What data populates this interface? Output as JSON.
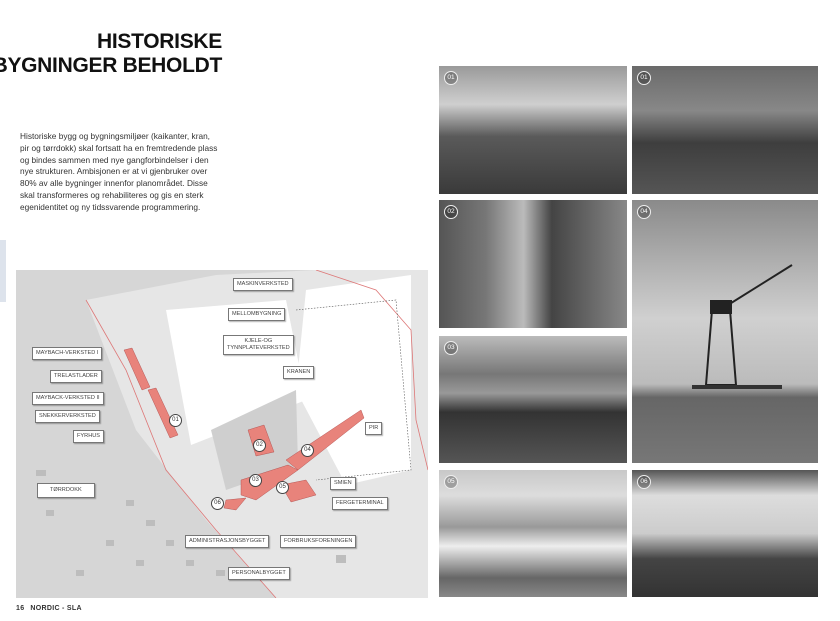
{
  "title": {
    "line1": "HISTORISKE",
    "line2": "BYGNINGER BEHOLDT"
  },
  "intro": "Historiske bygg og bygningsmiljøer (kaikanter, kran, pir og tørrdokk) skal fortsatt ha en fremtredende plass og bindes sammen med nye gangforbindelser i den nye strukturen. Ambisjonen er at vi gjenbruker over 80% av alle bygninger innenfor planområdet. Disse skal transformeres og rehabiliteres og gis en sterk egenidentitet og ny tidssvarende programmering.",
  "map": {
    "labels": {
      "maskinverksted": "MASKINVERKSTED",
      "mellombygning": "MELLOMBYGNING",
      "kjele1": "KJELE-OG",
      "kjele2": "TYNNPLATEVERKSTED",
      "kranen": "KRANEN",
      "maybach1": "MAYBACH-VERKSTED I",
      "trelastlader": "TRELASTLADER",
      "maybach2": "MAYBACK-VERKSTED II",
      "snekker": "SNEKKERVERKSTED",
      "fyrhus": "FYRHUS",
      "pir": "PIR",
      "torrdokk": "TØRRDOKK",
      "smien": "SMIEN",
      "fergeterminal": "FERGETERMINAL",
      "admin": "ADMINISTRASJONSBYGGET",
      "forbruk": "FORBRUKSFORENINGEN",
      "personal": "PERSONALBYGGET"
    },
    "numbers": [
      "01",
      "02",
      "03",
      "04",
      "05",
      "06"
    ],
    "highlight_color": "#e8837b"
  },
  "photos": [
    "01",
    "01",
    "02",
    "04",
    "03",
    "05",
    "06"
  ],
  "footer": {
    "page": "16",
    "brand": "NORDIC - SLA"
  }
}
